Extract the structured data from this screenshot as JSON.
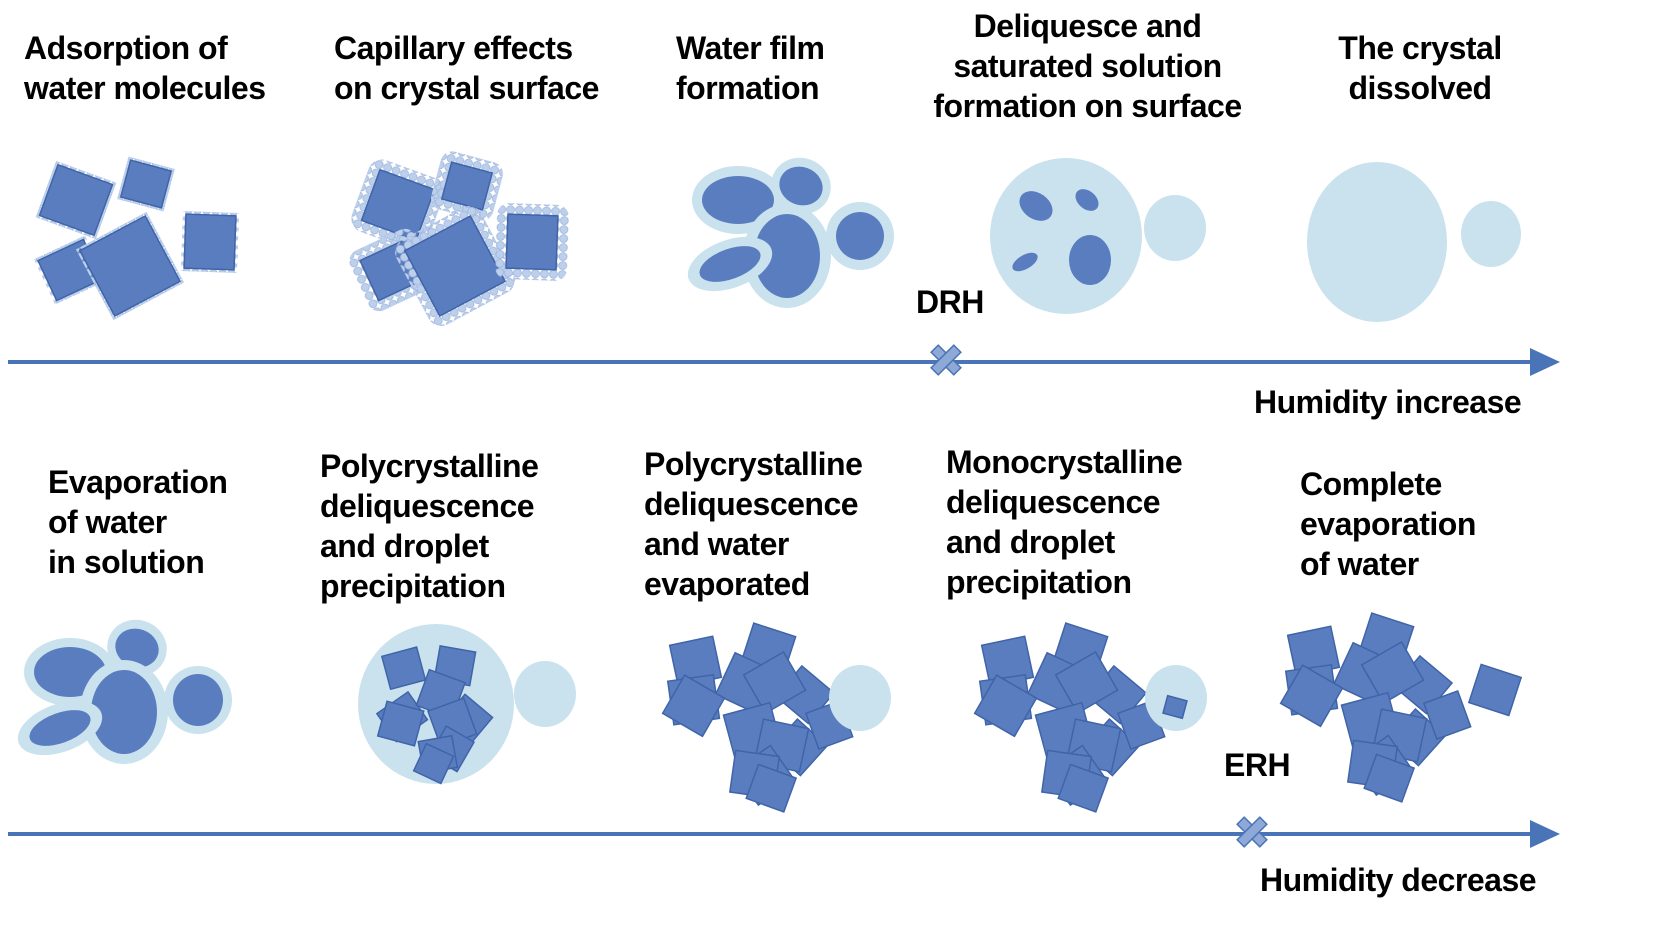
{
  "top_stages": [
    {
      "label": "Adsorption of\nwater molecules"
    },
    {
      "label": "Capillary effects\non crystal surface"
    },
    {
      "label": "Water film\nformation"
    },
    {
      "label": "Deliquesce and\nsaturated solution\nformation on surface"
    },
    {
      "label": "The crystal\ndissolved"
    }
  ],
  "bottom_stages": [
    {
      "label": "Evaporation\nof water\nin solution"
    },
    {
      "label": "Polycrystalline\ndeliquescence\nand droplet\nprecipitation"
    },
    {
      "label": "Polycrystalline\ndeliquescence\nand water\nevaporated"
    },
    {
      "label": "Monocrystalline\ndeliquescence\nand droplet\nprecipitation"
    },
    {
      "label": "Complete\nevaporation\nof water"
    }
  ],
  "top_axis": {
    "label": "Humidity increase",
    "marker": "DRH"
  },
  "bottom_axis": {
    "label": "Humidity decrease",
    "marker": "ERH"
  },
  "colors": {
    "crystal": "#5a7dc0",
    "solution": "#c9e2ee",
    "axis": "#4a74b8"
  }
}
